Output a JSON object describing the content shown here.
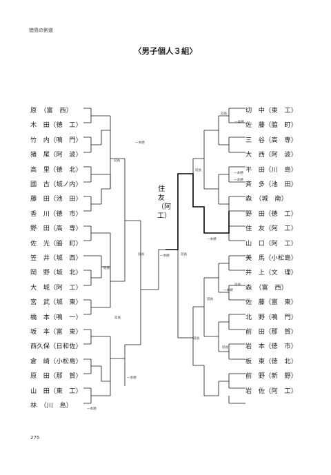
{
  "header": "徳島の剣道",
  "title": "〈男子個人３組〉",
  "winner": "住友（阿工）",
  "page_number": "275",
  "left_entries": [
    "原　（富　西）",
    "木　田（徳　工）",
    "竹　内（鳴　門）",
    "猪　尾（阿　波）",
    "高　里（徳　北）",
    "國　古（城ノ内）",
    "藤　田（池　田）",
    "香　川（徳　市）",
    "野　田（高　専）",
    "佐　光（脇　町）",
    "笠　井（城　西）",
    "岡　野（城　北）",
    "大　城（阿　工）",
    "宮　武（城　東）",
    "橋　本（鳴　一）",
    "坂　本（富　東）",
    "西久保（日和佐）",
    "倉　崎（小松島）",
    "原　田（那　賀）",
    "山　田（東　工）",
    "林　（川　島）"
  ],
  "right_entries": [
    "切　中（東　工）",
    "佐　藤（脇　町）",
    "三　谷（高　専）",
    "大　西（阿　波）",
    "平　田（川　島）",
    "斉　多（池　田）",
    "森　（城　南）",
    "野　田（徳　工）",
    "住　友（阿　工）",
    "山　口（阿　工）",
    "美　馬（小松島）",
    "井　上（文　理）",
    "森　（富　西）",
    "佐　藤（富　東）",
    "北　野（鳴　門）",
    "前　田（那　賀）",
    "岩　本（徳　市）",
    "板　東（徳　北）",
    "前　野（新　野）",
    "岩　佐（阿　工）"
  ],
  "notes": [
    "延長",
    "一本勝"
  ]
}
